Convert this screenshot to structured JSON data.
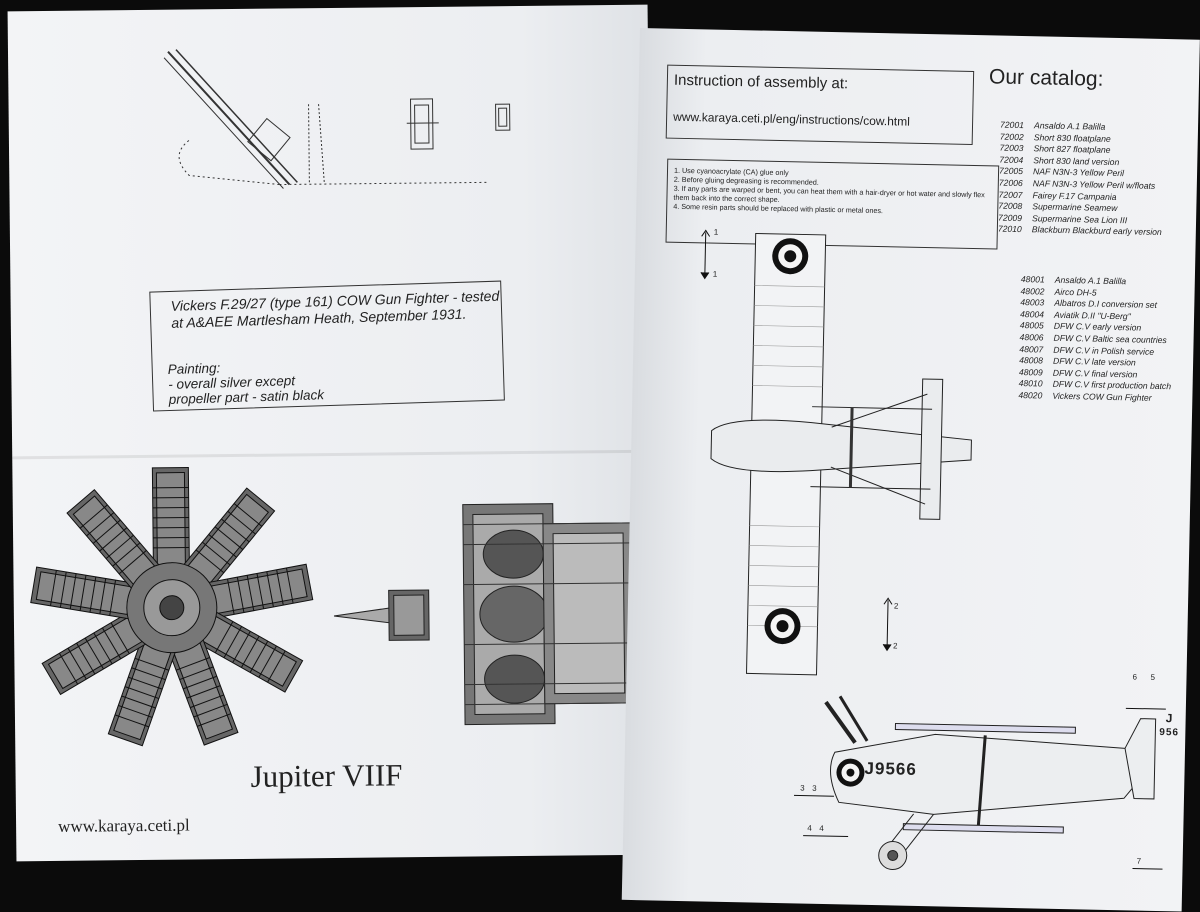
{
  "left_page": {
    "painting_box": {
      "title": "Vickers F.29/27 (type 161) COW Gun Fighter - tested at A&AEE Martlesham Heath, September 1931.",
      "painting_heading": "Painting:",
      "painting_line1": "- overall silver except",
      "painting_line2": "propeller part - satin black"
    },
    "engine_label": "Jupiter VIIF",
    "website": "www.karaya.ceti.pl"
  },
  "right_page": {
    "instructions": {
      "title": "Instruction of assembly at:",
      "url": "www.karaya.ceti.pl/eng/instructions/cow.html"
    },
    "notes": [
      "1. Use cyanoacrylate (CA) glue only",
      "2. Before gluing degreasing is recommended.",
      "3. If any parts are warped or bent, you can heat them with a hair-dryer or hot water and slowly flex them back into the correct shape.",
      "4. Some resin parts should be replaced with plastic or metal ones."
    ],
    "catalog_title": "Our catalog:",
    "catalog_72": [
      {
        "code": "72001",
        "name": "Ansaldo A.1 Balilla"
      },
      {
        "code": "72002",
        "name": "Short 830 floatplane"
      },
      {
        "code": "72003",
        "name": "Short 827 floatplane"
      },
      {
        "code": "72004",
        "name": "Short 830 land version"
      },
      {
        "code": "72005",
        "name": "NAF N3N-3 Yellow Peril"
      },
      {
        "code": "72006",
        "name": "NAF N3N-3 Yellow Peril w/floats"
      },
      {
        "code": "72007",
        "name": "Fairey F.17 Campania"
      },
      {
        "code": "72008",
        "name": "Supermarine Seamew"
      },
      {
        "code": "72009",
        "name": "Supermarine Sea Lion III"
      },
      {
        "code": "72010",
        "name": "Blackburn Blackburd early version"
      }
    ],
    "catalog_48": [
      {
        "code": "48001",
        "name": "Ansaldo A.1 Balilla"
      },
      {
        "code": "48002",
        "name": "Airco DH-5"
      },
      {
        "code": "48003",
        "name": "Albatros D.I conversion set"
      },
      {
        "code": "48004",
        "name": "Aviatik D.II \"U-Berg\""
      },
      {
        "code": "48005",
        "name": "DFW C.V early version"
      },
      {
        "code": "48006",
        "name": "DFW C.V Baltic sea countries"
      },
      {
        "code": "48007",
        "name": "DFW C.V in Polish service"
      },
      {
        "code": "48008",
        "name": "DFW C.V late version"
      },
      {
        "code": "48009",
        "name": "DFW C.V final version"
      },
      {
        "code": "48010",
        "name": "DFW C.V first production batch"
      },
      {
        "code": "48020",
        "name": "Vickers COW Gun Fighter"
      }
    ],
    "registration": "J9566",
    "registration_partial": "J",
    "registration_partial2": "956",
    "callouts": [
      "1",
      "1",
      "2",
      "2",
      "3",
      "3",
      "4",
      "4",
      "5",
      "6",
      "7"
    ]
  },
  "colors": {
    "background": "#0b0b0b",
    "paper": "#eef0f2",
    "ink": "#222222",
    "roundel_outer": "#111111",
    "roundel_ring": "#f5f5f5"
  }
}
